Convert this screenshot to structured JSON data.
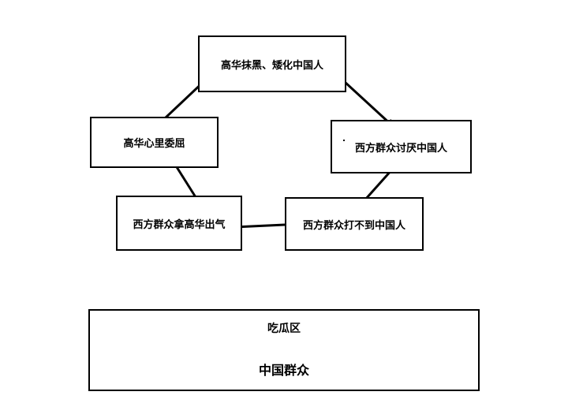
{
  "diagram": {
    "nodes": {
      "top": "高华抹黑、矮化中国人",
      "right": "西方群众讨厌中国人",
      "bottom_right": "西方群众打不到中国人",
      "bottom_left": "西方群众拿高华出气",
      "left": "高华心里委屈"
    },
    "melon_zone": {
      "title": "吃瓜区",
      "subtitle": "中国群众"
    },
    "edges": [
      {
        "from": "top",
        "to": "right"
      },
      {
        "from": "right",
        "to": "bottom_right"
      },
      {
        "from": "bottom_right",
        "to": "bottom_left"
      },
      {
        "from": "bottom_left",
        "to": "left"
      },
      {
        "from": "left",
        "to": "top"
      }
    ],
    "colors": {
      "stroke": "#000000",
      "background": "#ffffff"
    }
  }
}
